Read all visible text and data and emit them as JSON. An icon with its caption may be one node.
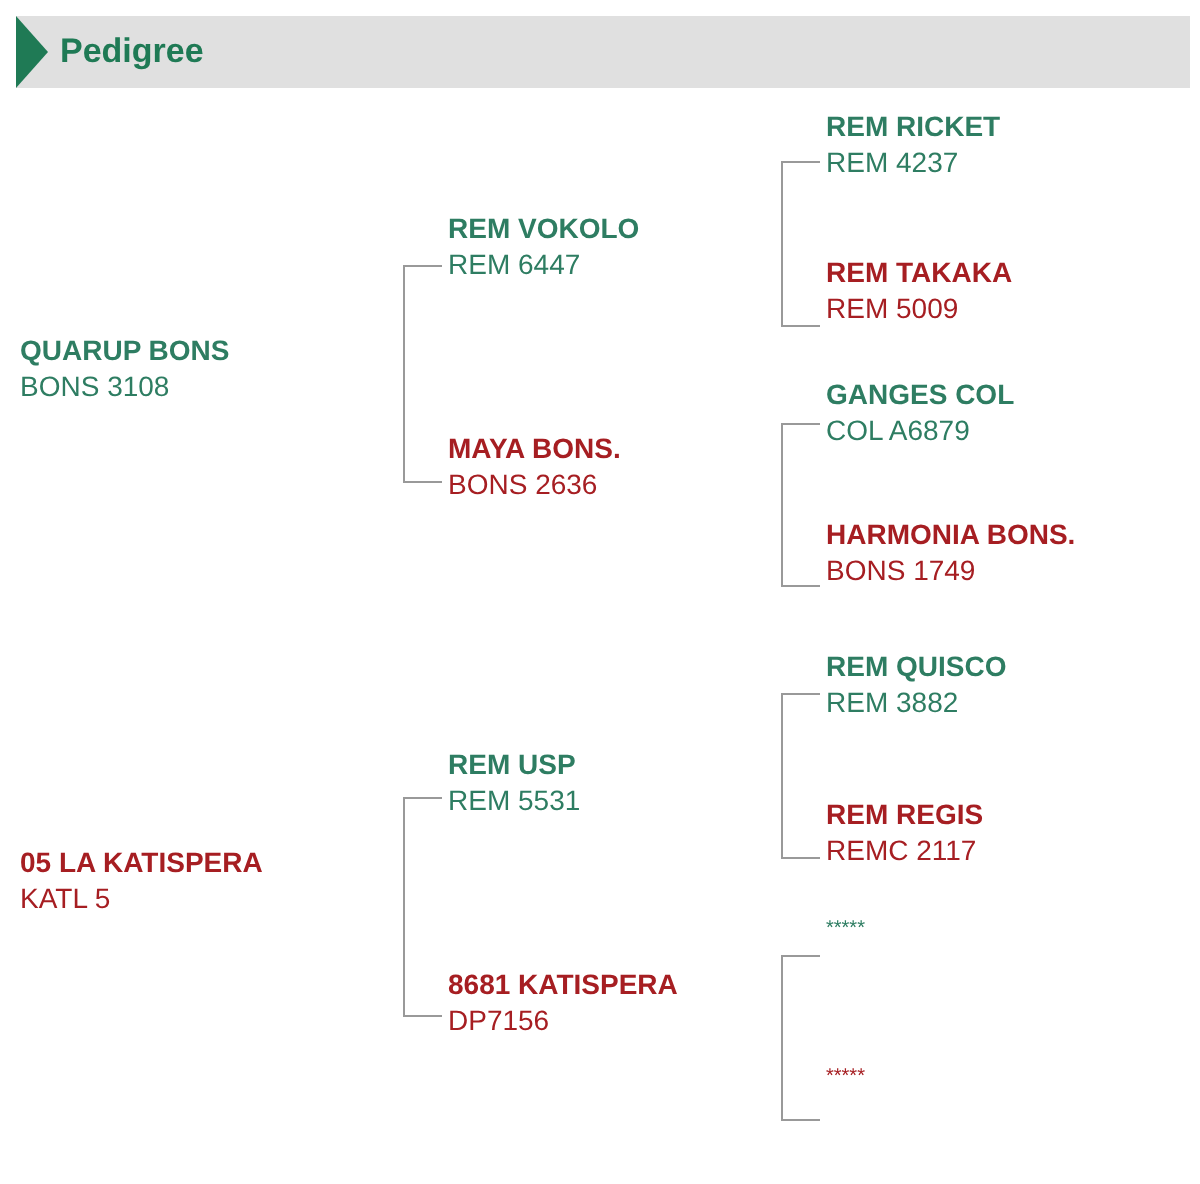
{
  "diagram": {
    "title": "Pedigree",
    "nodes": [
      {
        "text": [
          "QUARUP BONS",
          "BONS 3108"
        ]
      },
      {
        "text": [
          "REM VOKOLO",
          "REM 6447"
        ]
      },
      {
        "text": [
          "MAYA BONS.",
          "BONS 2636"
        ]
      },
      {
        "text": [
          "REM RICKET",
          "REM 4237"
        ]
      },
      {
        "text": [
          "REM TAKAKA",
          "REM 5009"
        ]
      },
      {
        "text": [
          "GANGES COL",
          "COL A6879"
        ]
      },
      {
        "text": [
          "HARMONIA BONS.",
          "BONS 1749"
        ]
      },
      {
        "text": [
          "05 LA KATISPERA",
          "KATL 5"
        ]
      },
      {
        "text": [
          "REM USP",
          "REM 5531"
        ]
      },
      {
        "text": [
          "8681 KATISPERA",
          "DP7156"
        ]
      },
      {
        "text": [
          "REM QUISCO",
          "REM 3882"
        ]
      },
      {
        "text": [
          "REM REGIS",
          "REMC 2117"
        ]
      },
      {
        "text": [
          "*****"
        ]
      },
      {
        "text": [
          "*****"
        ]
      }
    ],
    "edges": [
      {
        "from": 1,
        "to": 2,
        "arrow": "none"
      },
      {
        "from": 8,
        "to": 9,
        "arrow": "none"
      },
      {
        "from": 3,
        "to": 4,
        "arrow": "none"
      },
      {
        "from": 5,
        "to": 6,
        "arrow": "none"
      },
      {
        "from": 10,
        "to": 11,
        "arrow": "none"
      },
      {
        "from": 12,
        "to": 13,
        "arrow": "none"
      }
    ]
  }
}
